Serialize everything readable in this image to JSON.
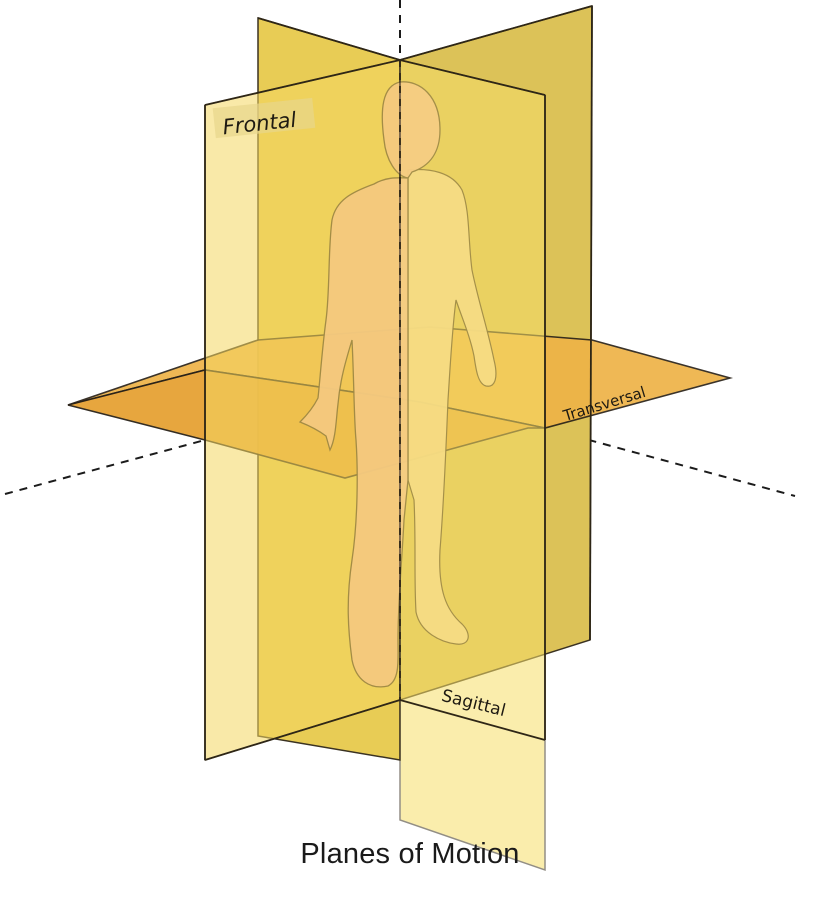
{
  "diagram": {
    "caption": "Planes of Motion",
    "planes": {
      "frontal": {
        "label": "Frontal",
        "color": "#e6cc52"
      },
      "sagittal": {
        "label": "Sagittal",
        "color": "#f2d460"
      },
      "transversal": {
        "label": "Transversal",
        "color": "#e9a93a"
      }
    },
    "figure_colors": {
      "front": "#f4b7a2",
      "back": "#f6d9a4",
      "outline": "#3a2a20"
    }
  }
}
